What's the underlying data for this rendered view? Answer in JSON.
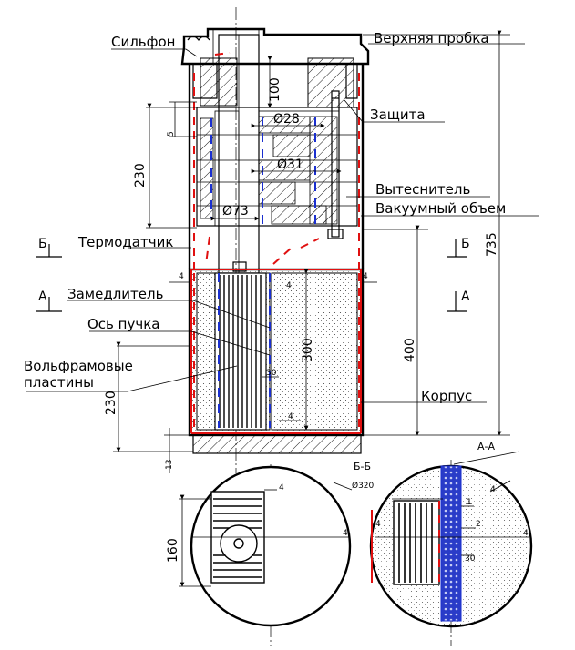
{
  "labels": {
    "bellows": "Сильфон",
    "top_plug": "Верхняя пробка",
    "shield": "Защита",
    "displacer": "Вытеснитель",
    "vacuum_volume": "Вакуумный объем",
    "thermosensor": "Термодатчик",
    "moderator": "Замедлитель",
    "beam_axis": "Ось пучка",
    "tungsten_plates_1": "Вольфрамовые",
    "tungsten_plates_2": "пластины",
    "housing": "Корпус"
  },
  "sections": {
    "a": "А",
    "b": "Б",
    "aa": "А-А",
    "bb": "Б-Б"
  },
  "dimensions": {
    "d100": "100",
    "d28": "Ø28",
    "d31": "Ø31",
    "d73": "Ø73",
    "d230_top": "230",
    "d5": "5",
    "d735": "735",
    "d400": "400",
    "d300": "300",
    "d30": "30",
    "d4": "4",
    "d230_bottom": "230",
    "d13": "13",
    "d160": "160",
    "d320": "Ø320",
    "d1": "1",
    "d2": "2"
  },
  "colors": {
    "gas_flow": "#e01010",
    "coolant_flow": "#1a2fd0",
    "tungsten_layer": "#2a3cc8"
  }
}
